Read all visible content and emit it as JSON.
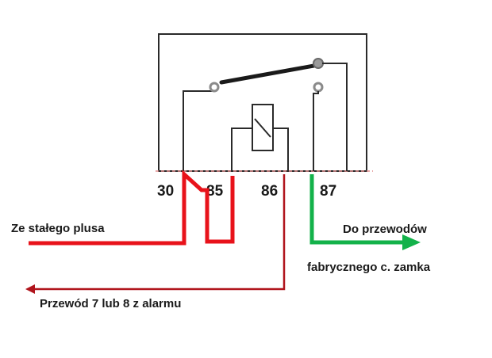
{
  "colors": {
    "outline": "#2a2a2a",
    "plus_wire": "#e8121a",
    "alarm_wire": "#b0141c",
    "output_wire": "#13b24a",
    "contact_gray": "#8a8a8a",
    "pin_edge": "#e08a8a"
  },
  "pins": {
    "p30": "30",
    "p85": "85",
    "p86": "86",
    "p87": "87"
  },
  "labels": {
    "constant_plus": "Ze stałego plusa",
    "to_wires": "Do przewodów",
    "factory_lock": "fabrycznego c. zamka",
    "alarm_wire": "Przewód 7 lub 8 z alarmu"
  }
}
